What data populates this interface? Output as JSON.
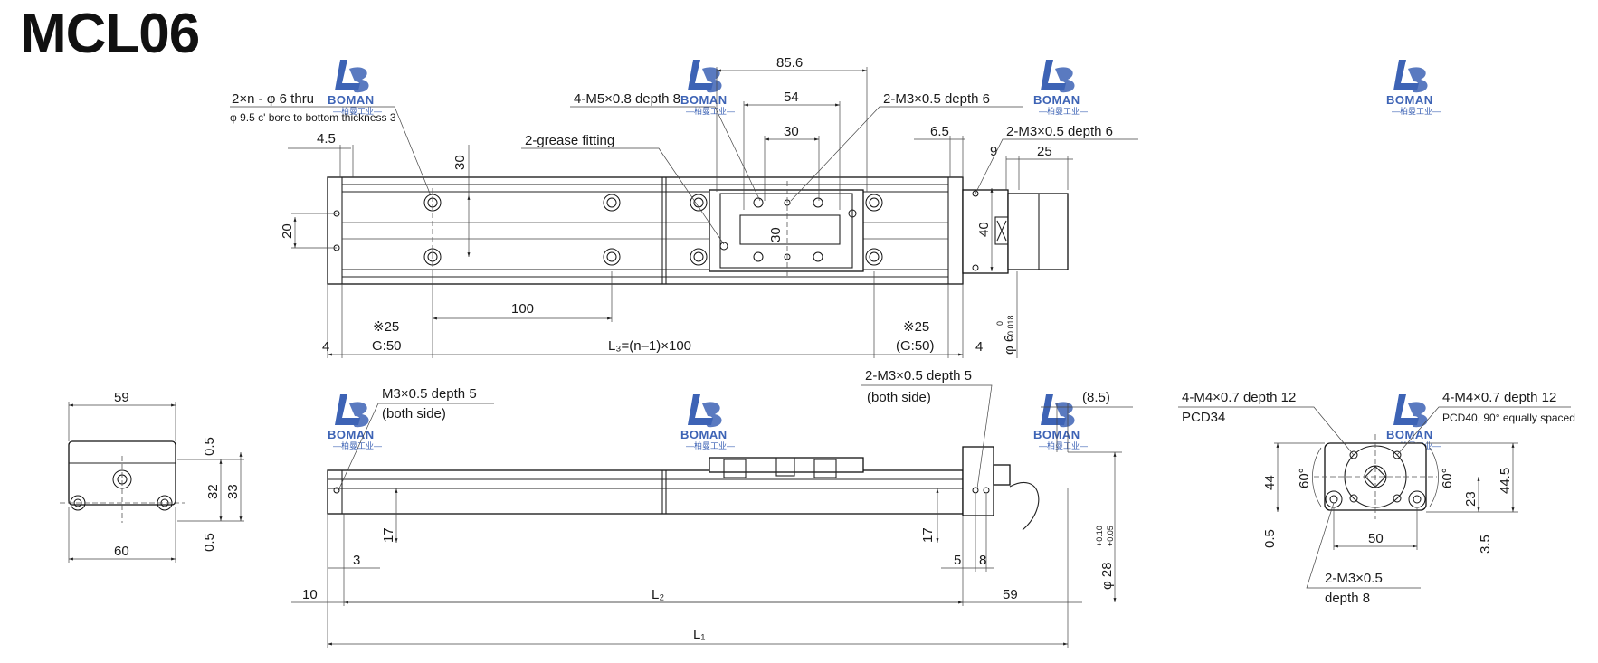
{
  "title": "MCL06",
  "watermark": {
    "brand": "BOMAN",
    "sub": "—柏曼工业—",
    "color": "#3d63b5"
  },
  "top_view": {
    "thru_hole": "2×n - φ 6 thru",
    "cbore": "φ 9.5 c' bore to bottom thickness 3",
    "m5": "4-M5×0.8  depth 8",
    "m3_top": "2-M3×0.5  depth 6",
    "m3_right": "2-M3×0.5  depth 6",
    "grease": "2-grease fitting",
    "d85_6": "85.6",
    "d54": "54",
    "d30a": "30",
    "d30b": "30",
    "d30c": "30",
    "d4_5": "4.5",
    "d6_5": "6.5",
    "d9": "9",
    "d25": "25",
    "d20": "20",
    "d40": "40",
    "d100": "100",
    "pitch_left": "※25",
    "g_left": "G:50",
    "pitch_right": "※25",
    "g_right": "(G:50)",
    "l3": "L₃=(n–1)×100",
    "d4_left": "4",
    "d4_right": "4",
    "shaft": "φ 6",
    "shaft_tol_up": "0",
    "shaft_tol_low": "–0.018"
  },
  "end_view": {
    "d59": "59",
    "d60": "60",
    "d0_5a": "0.5",
    "d32": "32",
    "d33": "33",
    "d0_5b": "0.5"
  },
  "side_view": {
    "m3_left": "M3×0.5  depth 5",
    "both_left": "(both side)",
    "m3_right": "2-M3×0.5  depth 5",
    "both_right": "(both side)",
    "d8_5": "(8.5)",
    "d17a": "17",
    "d17b": "17",
    "d3": "3",
    "d5": "5",
    "d8": "8",
    "d10": "10",
    "l2": "L₂",
    "d59": "59",
    "l1": "L₁",
    "d28": "φ 28",
    "tol_up": "+0.10",
    "tol_low": "+0.05"
  },
  "flange_view": {
    "m4a": "4-M4×0.7  depth 12",
    "pcd34": "PCD34",
    "m4b": "4-M4×0.7  depth 12",
    "pcd40": "PCD40, 90°  equally spaced",
    "d44": "44",
    "d60a": "60°",
    "d60b": "60°",
    "d44_5": "44.5",
    "d23": "23",
    "d0_5": "0.5",
    "d50": "50",
    "d3_5": "3.5",
    "m3": "2-M3×0.5",
    "depth": "depth 8"
  }
}
